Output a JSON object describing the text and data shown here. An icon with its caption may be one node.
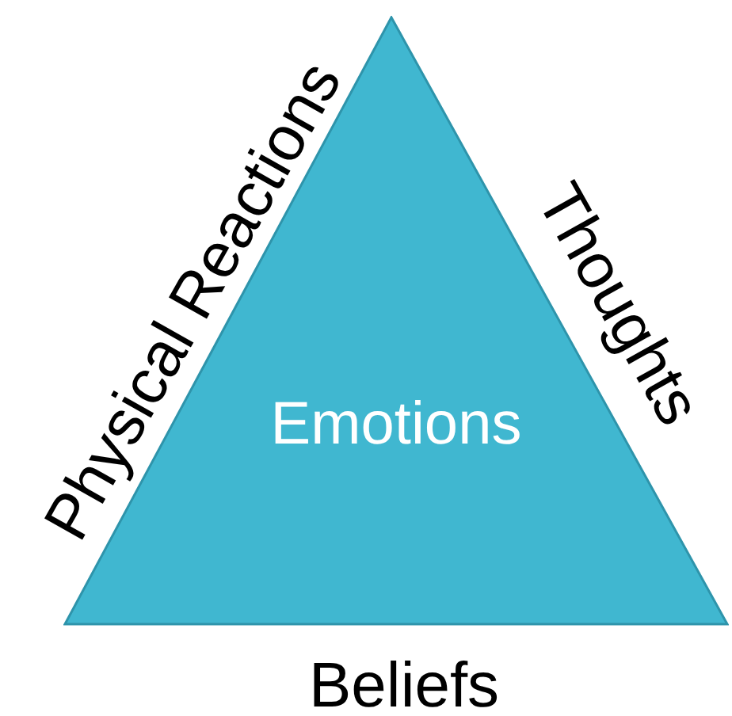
{
  "diagram": {
    "nodes": [
      {
        "text": [
          "Emotions"
        ]
      }
    ],
    "edges": [],
    "labels": [
      "Physical Reactions",
      "Thoughts",
      "Beliefs"
    ]
  }
}
